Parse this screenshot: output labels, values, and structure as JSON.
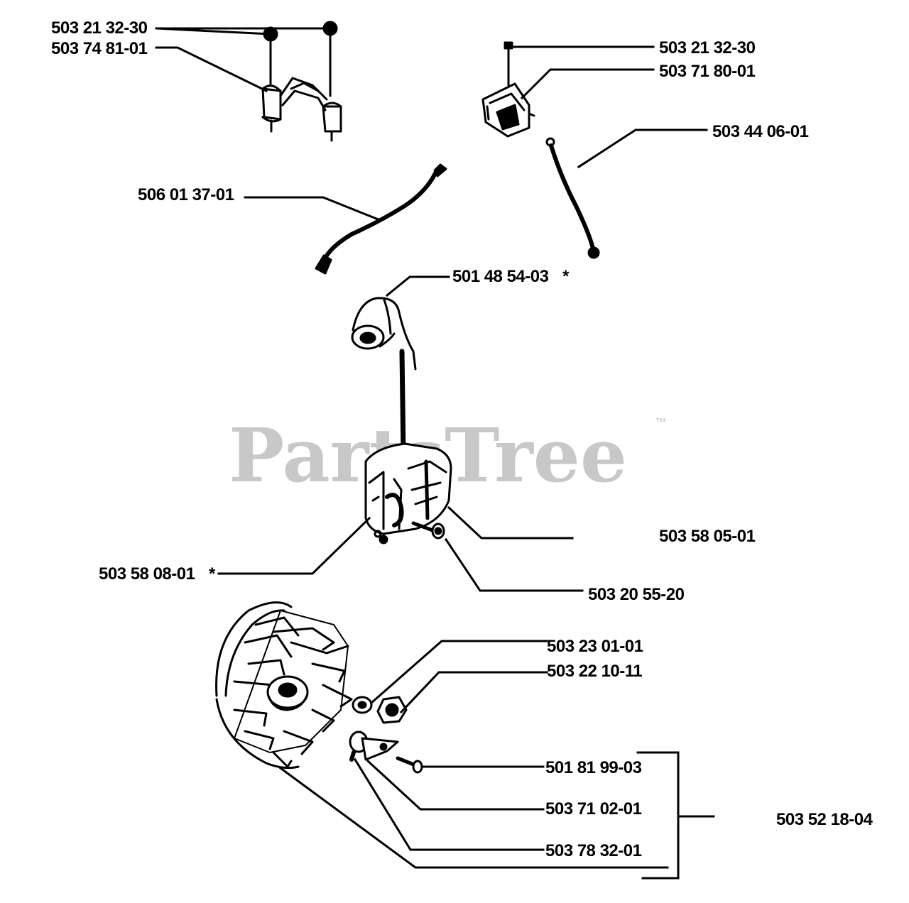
{
  "watermark": {
    "text": "PartsTree",
    "trademark": "™"
  },
  "labels": {
    "p1": "503 21 32-30",
    "p2": "503 74 81-01",
    "p3": "503 21 32-30",
    "p4": "503 71 80-01",
    "p5": "503 44 06-01",
    "p6": "506 01 37-01",
    "p7": "501 48 54-03",
    "p8": "503 58 05-01",
    "p9": "503 58 08-01",
    "p10": "503 20 55-20",
    "p11": "503 23 01-01",
    "p12": "503 22 10-11",
    "p13": "501 81 99-03",
    "p14": "503 71 02-01",
    "p15": "503 78 32-01",
    "p16": "503 52 18-04",
    "star": "*"
  }
}
